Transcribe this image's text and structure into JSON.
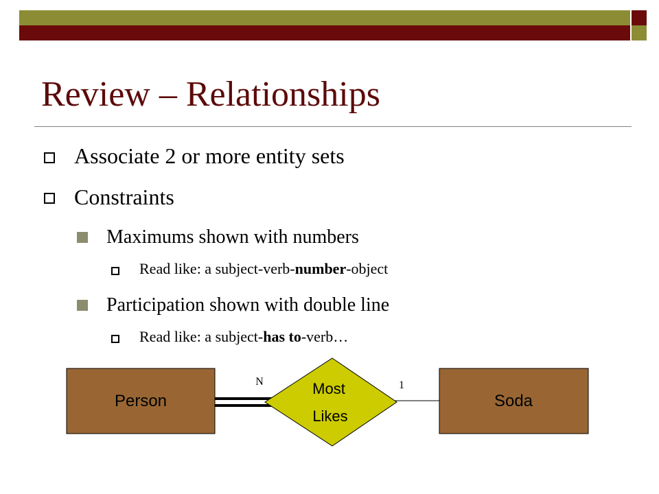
{
  "slide": {
    "title": "Review – Relationships",
    "bullets": {
      "b1": "Associate 2 or more entity sets",
      "b2": "Constraints",
      "b3": "Maximums shown with numbers",
      "b4_pre": "Read like: a subject-verb-",
      "b4_bold": "number",
      "b4_post": "-object",
      "b5": "Participation shown with double line",
      "b6_pre": "Read like: a subject-",
      "b6_bold1": "has to",
      "b6_mid": "-verb",
      "b6_post": "…"
    }
  },
  "diagram": {
    "entity_left": "Person",
    "entity_right": "Soda",
    "relationship_line1": "Most",
    "relationship_line2": "Likes",
    "card_left": "N",
    "card_right": "1",
    "colors": {
      "entity_fill": "#996633",
      "relationship_fill": "#cccc00",
      "title_color": "#5c0a0a",
      "olive": "#8c8c34",
      "maroon": "#6b0a0a"
    }
  }
}
